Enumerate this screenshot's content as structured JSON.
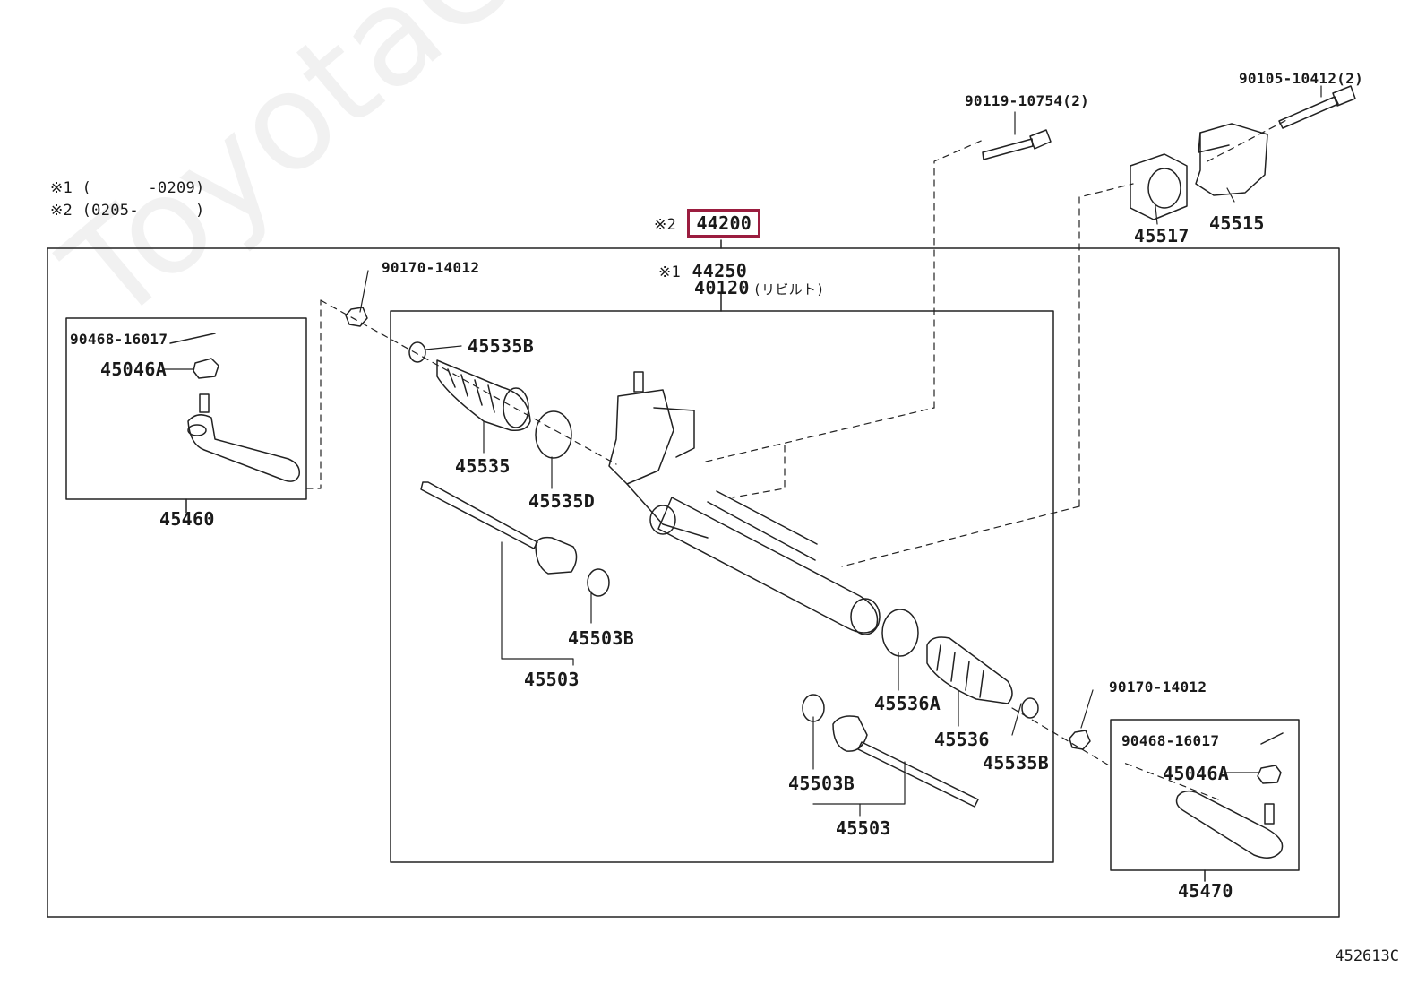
{
  "notes": {
    "note1_mark": "※1",
    "note1_range": "(      -0209)",
    "note2_mark": "※2",
    "note2_range": "(0205-      )"
  },
  "assembly": {
    "mark2": "※2",
    "main_part": "44200",
    "mark1": "※1",
    "alt_part": "44250",
    "rebuilt_part": "40120",
    "rebuilt_note": "(リビルト)"
  },
  "parts": {
    "bolt_upper": "90119-10754(2)",
    "bolt_right": "90105-10412(2)",
    "bracket": "45515",
    "bushing": "45517",
    "nut_left": "90170-14012",
    "nut_right": "90170-14012",
    "cotter_pin_left": "90468-16017",
    "cotter_pin_right": "90468-16017",
    "castle_nut_left": "45046A",
    "castle_nut_right": "45046A",
    "tie_rod_end_left": "45460",
    "tie_rod_end_right": "45470",
    "clip_left": "45535B",
    "clip_right": "45535B",
    "boot_left": "45535",
    "boot_right": "45536",
    "clamp_left": "45535D",
    "clamp_right": "45536A",
    "washer_left": "45503B",
    "washer_right": "45503B",
    "rack_end_left": "45503",
    "rack_end_right": "45503"
  },
  "watermark": "ToyotaCarMiners.com",
  "diagram_code": "452613C",
  "colors": {
    "highlight": "#9b1d3f",
    "line": "#222222"
  }
}
